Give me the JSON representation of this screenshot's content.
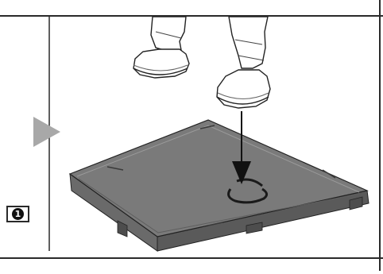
{
  "step": {
    "number": "1",
    "icon": "step-number-badge"
  },
  "illustration": {
    "icons": [
      "next-step-arrow-icon",
      "insert-direction-arrow-icon",
      "figure-feet",
      "display-base-stand"
    ]
  },
  "colors": {
    "base": "#777777",
    "base_side": "#5b5b5b",
    "arrow": "#a8a8a8",
    "outline": "#222222"
  }
}
